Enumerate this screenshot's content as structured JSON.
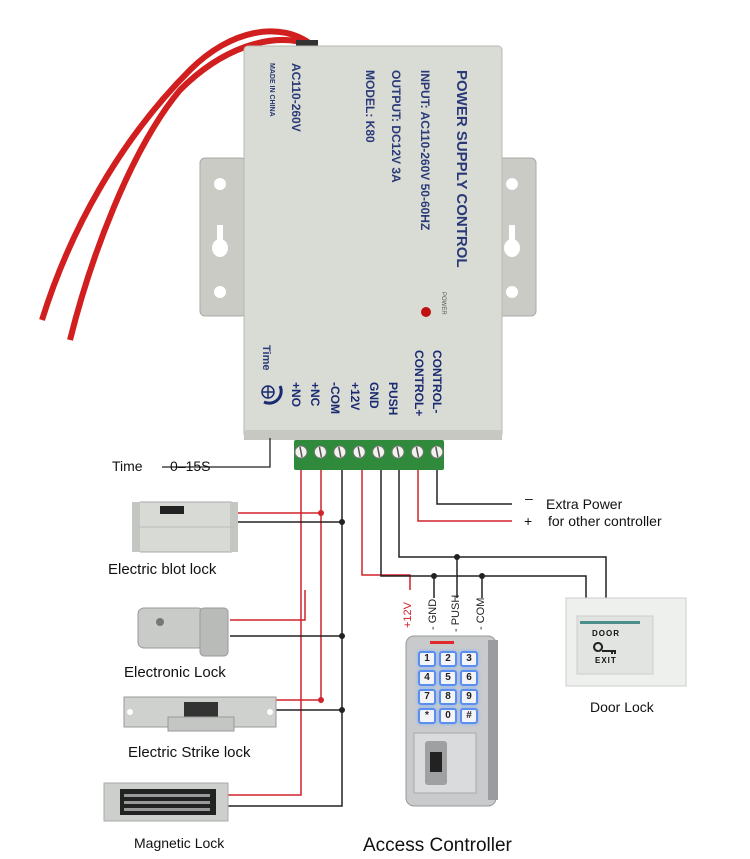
{
  "title": "Power Supply Control Wiring Diagram",
  "psu": {
    "heading": "POWER SUPPLY CONTROL",
    "input": "INPUT: AC110-260V 50-60HZ",
    "output": "OUTPUT: DC12V 3A",
    "model": "MODEL: K80",
    "voltage": "AC110-260V",
    "origin": "MADE IN CHINA",
    "power_led_label": "POWER",
    "time_label": "Time",
    "control_labels": [
      "CONTROL-",
      "CONTROL+"
    ],
    "terminal_labels": [
      "+NO",
      "+NC",
      "-COM",
      "+12V",
      "GND",
      "PUSH"
    ],
    "terminal_count": 8
  },
  "time_note": {
    "label": "Time",
    "range": "0–15S"
  },
  "extra_power": {
    "minus": "–",
    "plus": "+",
    "line1": "Extra Power",
    "line2": "for other controller"
  },
  "devices": {
    "bolt_lock": "Electric blot lock",
    "electronic_lock": "Electronic Lock",
    "strike_lock": "Electric Strike lock",
    "magnetic_lock": "Magnetic Lock",
    "access_controller": "Access Controller",
    "door_lock": "Door Lock"
  },
  "controller_wires": [
    "+12V",
    "- GND",
    "- PUSH",
    "- COM"
  ],
  "keypad_keys": [
    "1",
    "2",
    "3",
    "4",
    "5",
    "6",
    "7",
    "8",
    "9",
    "*",
    "0",
    "#"
  ],
  "exit_button": {
    "line1": "DOOR",
    "line2": "EXIT"
  },
  "colors": {
    "red_wire": "#d0232a",
    "black_wire": "#222222",
    "terminal_green": "#2f8a3c",
    "psu_body": "#d9dbd5",
    "label_blue": "#1a2a70"
  }
}
